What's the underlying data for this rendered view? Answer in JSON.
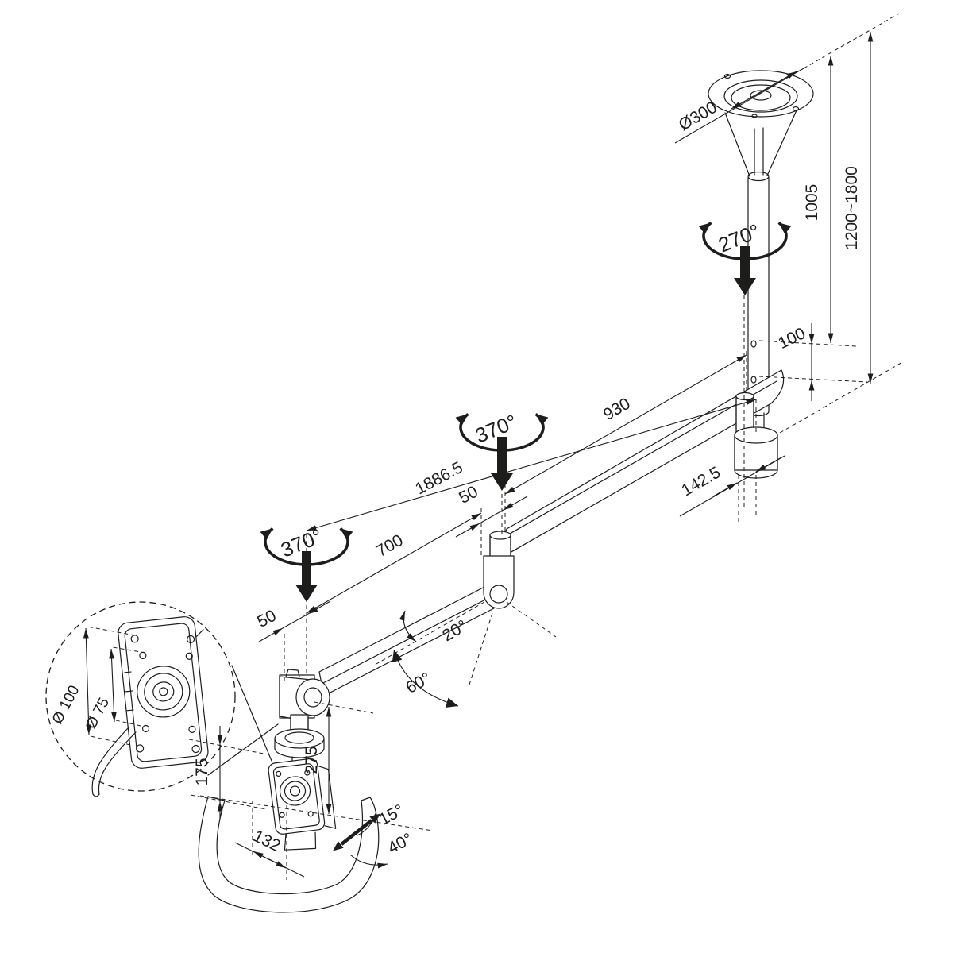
{
  "drawing": {
    "background": "#ffffff",
    "ink": "#1d1d1b",
    "subject": "ceiling-monitor-arm-dimensional-drawing",
    "labels": {
      "plate_diameter": "Ø300",
      "pole_length": "1005",
      "height_range": "1200~1800",
      "hole_spacing": "100",
      "pole_rotation": "270°",
      "hub_offset": "142.5",
      "upper_arm_length": "930",
      "total_span": "1886.5",
      "mid_offset": "50",
      "mid_rotation": "370°",
      "lower_arm_length": "700",
      "elbow_offset": "50",
      "elbow_rotation": "370°",
      "arm_tilt_up": "20°",
      "arm_tilt_down": "60°",
      "drop_length": "275",
      "bracket_height": "175",
      "tray_depth": "132",
      "screen_tilt_up": "15°",
      "screen_tilt_down": "40°",
      "vesa_outer": "Ø 100",
      "vesa_inner": "Ø 75"
    }
  }
}
